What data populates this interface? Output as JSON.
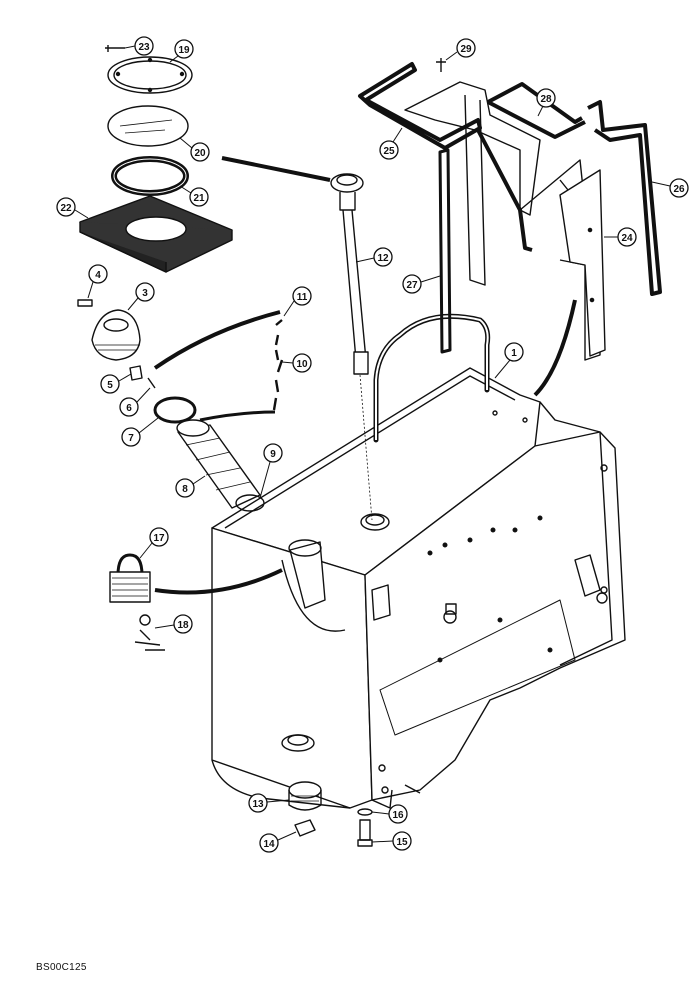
{
  "callouts": [
    {
      "label": "23"
    },
    {
      "label": "19"
    },
    {
      "label": "20"
    },
    {
      "label": "21"
    },
    {
      "label": "22"
    },
    {
      "label": "4"
    },
    {
      "label": "3"
    },
    {
      "label": "5"
    },
    {
      "label": "6"
    },
    {
      "label": "7"
    },
    {
      "label": "8"
    },
    {
      "label": "9"
    },
    {
      "label": "10"
    },
    {
      "label": "11"
    },
    {
      "label": "12"
    },
    {
      "label": "17"
    },
    {
      "label": "18"
    },
    {
      "label": "13"
    },
    {
      "label": "14"
    },
    {
      "label": "15"
    },
    {
      "label": "16"
    },
    {
      "label": "1"
    },
    {
      "label": "24"
    },
    {
      "label": "25"
    },
    {
      "label": "26"
    },
    {
      "label": "27"
    },
    {
      "label": "28"
    },
    {
      "label": "29"
    }
  ],
  "figure_code": "BS00C125",
  "colors": {
    "ink": "#111111",
    "paper": "#ffffff"
  }
}
